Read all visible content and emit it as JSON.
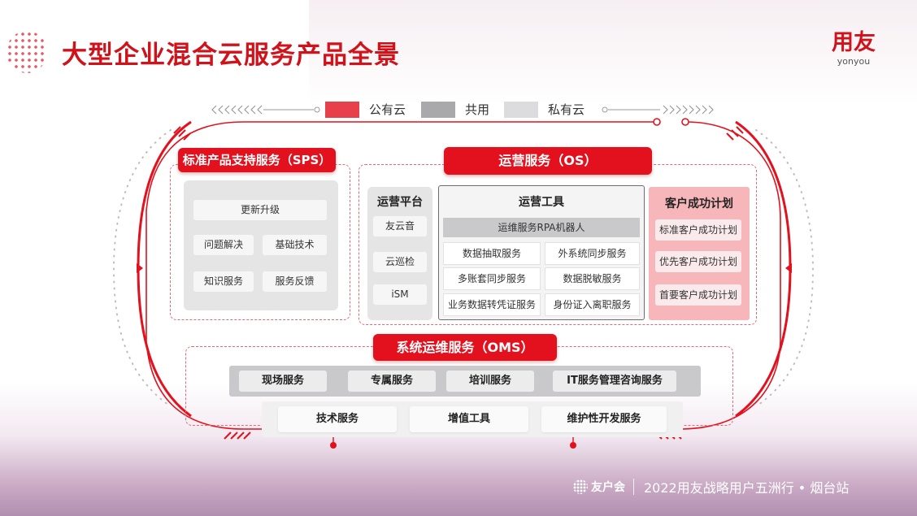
{
  "title": "大型企业混合云服务产品全景",
  "logo": {
    "cn": "用友",
    "en": "yonyou"
  },
  "legend": [
    {
      "label": "公有云",
      "icon": "cloud-red-icon"
    },
    {
      "label": "共用",
      "icon": "cloud-gray-icon"
    },
    {
      "label": "私有云",
      "icon": "cloud-light-icon"
    }
  ],
  "sps": {
    "title": "标准产品支持服务（SPS）",
    "items": [
      "更新升级",
      "问题解决",
      "基础技术",
      "知识服务",
      "服务反馈"
    ]
  },
  "os": {
    "title": "运营服务（OS）",
    "platform": {
      "title": "运营平台",
      "items": [
        "友云音",
        "云巡检",
        "iSM"
      ]
    },
    "tools": {
      "title": "运营工具",
      "rpa": "运维服务RPA机器人",
      "items": [
        "数据抽取服务",
        "外系统同步服务",
        "多账套同步服务",
        "数据脱敏服务",
        "业务数据转凭证服务",
        "身份证入离职服务"
      ]
    },
    "customer": {
      "title": "客户成功计划",
      "items": [
        "标准客户成功计划",
        "优先客户成功计划",
        "首要客户成功计划"
      ]
    }
  },
  "oms": {
    "title": "系统运维服务（OMS）",
    "row1": [
      "现场服务",
      "专属服务",
      "培训服务",
      "IT服务管理咨询服务"
    ],
    "row2": [
      "技术服务",
      "增值工具",
      "维护性开发服务"
    ]
  },
  "footer": {
    "brand": "友户会",
    "text": "2022用友战略用户五洲行 • 烟台站"
  },
  "colors": {
    "brand_red": "#e2111d",
    "pink_panel": "#f7b6b9",
    "gray_panel": "#e5e5e6"
  }
}
